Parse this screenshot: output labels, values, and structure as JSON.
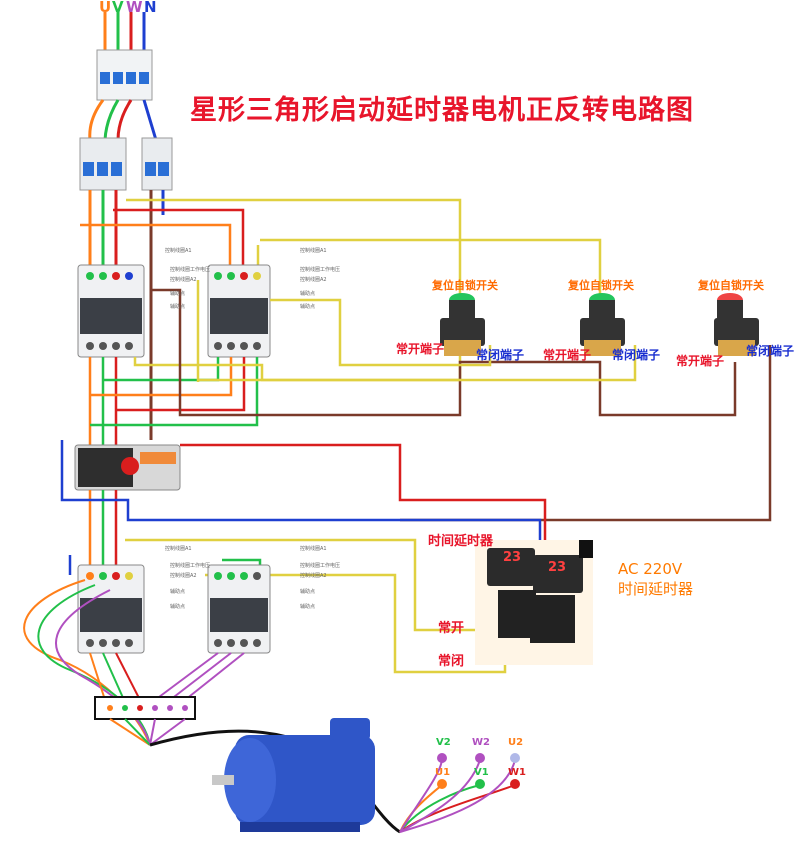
{
  "title": "星形三角形启动延时器电机正反转电路图",
  "supply_labels": {
    "u": "U",
    "v": "V",
    "w": "W",
    "n": "N"
  },
  "buttons": [
    {
      "title": "复位自锁开关",
      "no_label": "常开端子",
      "nc_label": "常闭端子",
      "cap_color": "#22c55e"
    },
    {
      "title": "复位自锁开关",
      "no_label": "常开端子",
      "nc_label": "常闭端子",
      "cap_color": "#22c55e"
    },
    {
      "title": "复位自锁开关",
      "no_label": "常开端子",
      "nc_label": "常闭端子",
      "cap_color": "#ef4444"
    }
  ],
  "timer": {
    "label": "时间延时器",
    "display_value": "23",
    "supply_label": "AC 220V",
    "supply_caption": "时间延时器",
    "no_contact": "常开",
    "nc_contact": "常闭"
  },
  "contactor_pins": [
    "控制线圈A1",
    "控制线圈工作电压",
    "控制线圈A2",
    "辅助点",
    "辅助点"
  ],
  "motor_terminals": {
    "top": [
      "V2",
      "W2",
      "U2"
    ],
    "bottom": [
      "U1",
      "V1",
      "W1"
    ]
  },
  "colors": {
    "wire_orange": "#ff7f1a",
    "wire_green": "#22c04a",
    "wire_red": "#d91e1e",
    "wire_blue": "#1e3fd0",
    "wire_yellow": "#e0d040",
    "wire_brown": "#7a3a2a",
    "wire_purple": "#b050c0",
    "title_red": "#e8152b",
    "motor_blue": "#2f56c8"
  }
}
